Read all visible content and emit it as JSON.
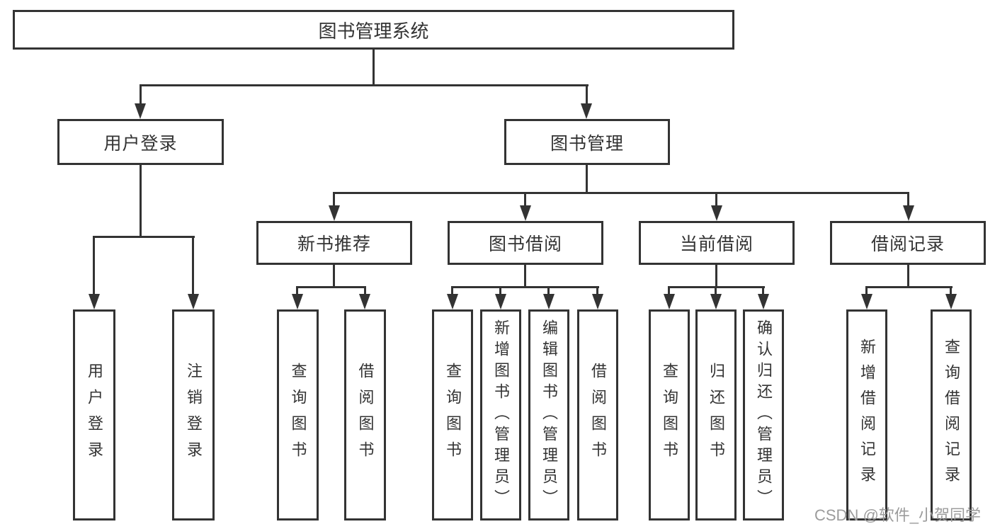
{
  "diagram": {
    "watermark": "CSDN @软件_小贺同学",
    "colors": {
      "line": "#333333",
      "box_background": "#ffffff",
      "text": "#333333",
      "watermark": "#9c9c9c"
    },
    "tree": {
      "root": {
        "label": "图书管理系统",
        "children": [
          {
            "label": "用户登录",
            "children": [
              {
                "label": "用户登录"
              },
              {
                "label": "注销登录"
              }
            ]
          },
          {
            "label": "图书管理",
            "children": [
              {
                "label": "新书推荐",
                "children": [
                  {
                    "label": "查询图书"
                  },
                  {
                    "label": "借阅图书"
                  }
                ]
              },
              {
                "label": "图书借阅",
                "children": [
                  {
                    "label": "查询图书"
                  },
                  {
                    "label": "新增图书（管理员）"
                  },
                  {
                    "label": "编辑图书（管理员）"
                  },
                  {
                    "label": "借阅图书"
                  }
                ]
              },
              {
                "label": "当前借阅",
                "children": [
                  {
                    "label": "查询图书"
                  },
                  {
                    "label": "归还图书"
                  },
                  {
                    "label": "确认归还（管理员）"
                  }
                ]
              },
              {
                "label": "借阅记录",
                "children": [
                  {
                    "label": "新增借阅记录"
                  },
                  {
                    "label": "查询借阅记录"
                  }
                ]
              }
            ]
          }
        ]
      }
    }
  }
}
